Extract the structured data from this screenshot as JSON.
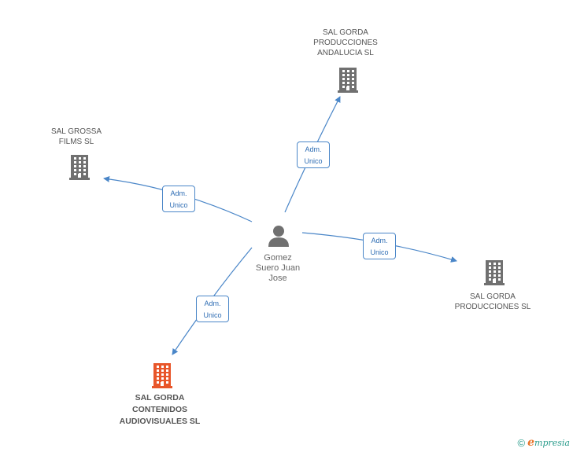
{
  "colors": {
    "edge": "#4a86c8",
    "building": "#707070",
    "building_highlight": "#e8562a",
    "person": "#707070"
  },
  "center": {
    "name_lines": [
      "Gomez",
      "Suero Juan",
      "Jose"
    ],
    "icon": "person-icon"
  },
  "companies": [
    {
      "id": "andalucia",
      "lines": [
        "SAL GORDA",
        "PRODUCCIONES",
        "ANDALUCIA SL"
      ],
      "icon": "building-icon",
      "highlight": false
    },
    {
      "id": "grossa",
      "lines": [
        "SAL GROSSA",
        "FILMS SL"
      ],
      "icon": "building-icon",
      "highlight": false
    },
    {
      "id": "producciones",
      "lines": [
        "SAL GORDA",
        "PRODUCCIONES SL"
      ],
      "icon": "building-icon",
      "highlight": false
    },
    {
      "id": "contenidos",
      "lines": [
        "SAL GORDA",
        "CONTENIDOS",
        "AUDIOVISUALES SL"
      ],
      "icon": "building-icon",
      "highlight": true
    }
  ],
  "edges": [
    {
      "to": "andalucia",
      "label_lines": [
        "Adm.",
        "Unico"
      ]
    },
    {
      "to": "grossa",
      "label_lines": [
        "Adm.",
        "Unico"
      ]
    },
    {
      "to": "producciones",
      "label_lines": [
        "Adm.",
        "Unico"
      ]
    },
    {
      "to": "contenidos",
      "label_lines": [
        "Adm.",
        "Unico"
      ]
    }
  ],
  "footer": {
    "copyright_symbol": "©",
    "brand_initial": "e",
    "brand_rest": "mpresia"
  }
}
